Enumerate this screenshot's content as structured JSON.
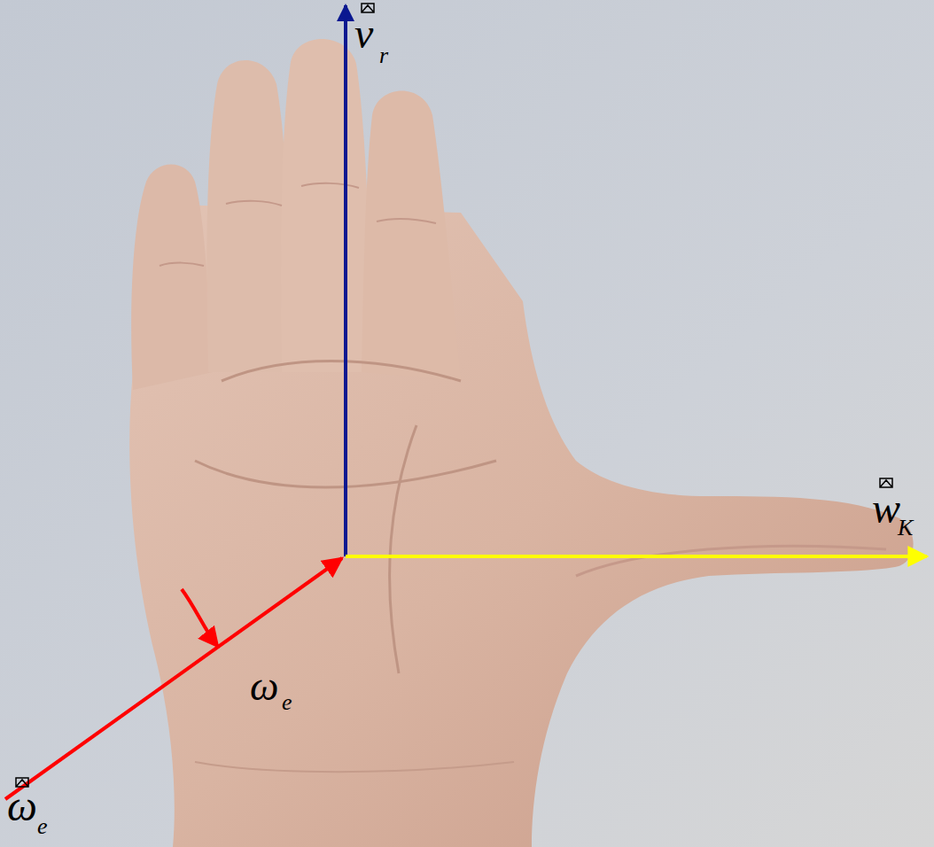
{
  "diagram": {
    "labels": [
      "v",
      "r",
      "w",
      "K",
      "ω",
      "e",
      "ω",
      "e"
    ]
  }
}
